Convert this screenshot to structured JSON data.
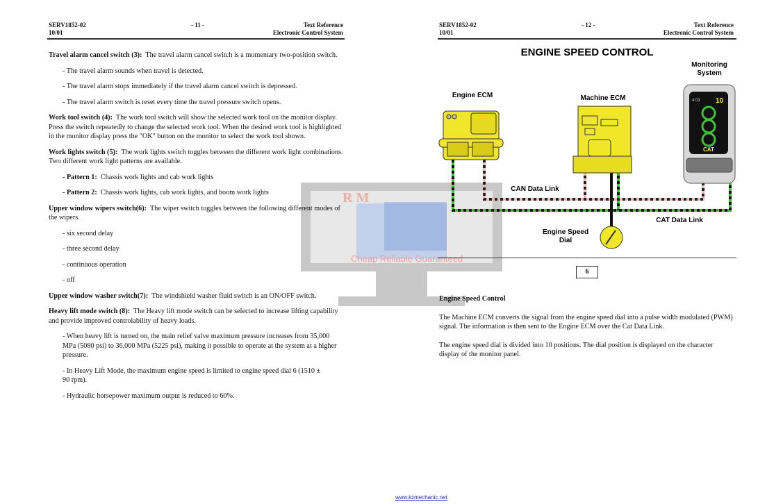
{
  "left_page": {
    "doc_id": "SERV1852-02",
    "date": "10/01",
    "page_number": "- 11 -",
    "ref_title": "Text Reference",
    "ref_subtitle": "Electronic Control System",
    "sections": [
      {
        "heading": "Travel alarm cancel switch (3):",
        "body": "The travel alarm cancel switch is a momentary two-position switch.",
        "bullets": [
          "- The travel alarm sounds when travel is detected.",
          "- The travel alarm stops immediately if the travel alarm cancel switch is depressed.",
          "- The travel alarm switch is reset every time the travel pressure switch opens."
        ]
      },
      {
        "heading": "Work tool switch (4):",
        "body": "The work tool switch will show the selected work tool on the monitor display.  Press the switch repeatedly to change the selected work tool.  When the desired work tool is highlighted in the monitor display press the \"OK\" button on the monitor to select the work tool shown.",
        "bullets": []
      },
      {
        "heading": "Work lights switch (5):",
        "body": "The work lights switch toggles between the different work light combinations.  Two different work light patterns are available.",
        "bullets": []
      },
      {
        "heading": "Upper window wipers switch(6):",
        "body": "The wiper switch toggles between the following different modes of the wipers.",
        "bullets": [
          "- six second delay",
          "- three second delay",
          "- continuous operation",
          "- off"
        ]
      },
      {
        "heading": "Upper window washer switch(7):",
        "body": "The windshield washer fluid switch is an ON/OFF switch.",
        "bullets": []
      },
      {
        "heading": "Heavy lift mode switch (8):",
        "body": "The Heavy lift mode switch can be selected to increase lifting capability and provide improved controlability of heavy loads.",
        "bullets": [
          "- When heavy lift is turned on, the main relief valve maximum pressure increases from 35,000 MPa (5080 psi) to 36,000 MPa (5225 psi), making it possible to operate at the system at a higher pressure.",
          "- In Heavy Lift Mode, the maximum engine speed is limited to engine speed dial 6 (1510 ± 90 rpm).",
          "- Hydraulic horsepower maximum output is reduced to 60%."
        ]
      }
    ],
    "patterns": [
      {
        "label": "- Pattern 1:",
        "text": "Chassis work lights and cab work lights"
      },
      {
        "label": "- Pattern 2:",
        "text": "Chassis work lights, cab work lights, and boom work lights"
      }
    ]
  },
  "right_page": {
    "doc_id": "SERV1852-02",
    "date": "10/01",
    "page_number": "- 12 -",
    "ref_title": "Text Reference",
    "ref_subtitle": "Electronic Control System",
    "diagram": {
      "title": "ENGINE SPEED CONTROL",
      "engine_ecm": "Engine ECM",
      "machine_ecm": "Machine ECM",
      "monitoring_1": "Monitoring",
      "monitoring_2": "System",
      "can_link": "CAN Data Link",
      "cat_link": "CAT Data Link",
      "dial_1": "Engine Speed",
      "dial_2": "Dial",
      "monitor_time": "4:03",
      "monitor_value": "10",
      "monitor_brand": "CAT",
      "figure_number": "6"
    },
    "section_heading": "Engine Speed Control",
    "paragraphs": [
      "The Machine ECM converts the signal from the engine speed dial into a pulse width modulated (PWM) signal.  The information is then sent to the Engine ECM over the Cat Data Link.",
      "The engine speed dial is divided into 10 positions.  The dial position is displayed on the character display of the monitor panel."
    ]
  },
  "watermark": {
    "letters": "R M",
    "tagline": "Cheap Reliable Guaranteed"
  },
  "footer": {
    "url": "www.kzmechanic.net"
  },
  "colors": {
    "yellow": "#f0e62a",
    "green": "#3ec23a",
    "pink": "#f0b8b8"
  }
}
